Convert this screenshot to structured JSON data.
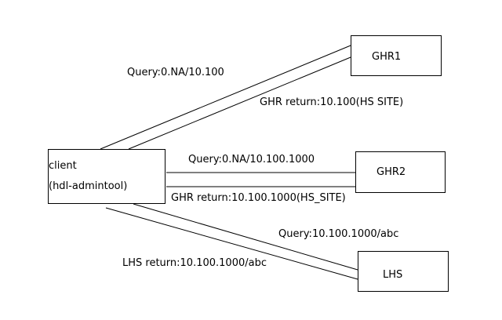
{
  "nodes": {
    "client": {
      "line1": "client",
      "line2": "(hdl-admintool)"
    },
    "ghr1": {
      "label": "GHR1"
    },
    "ghr2": {
      "label": "GHR2"
    },
    "lhs": {
      "label": "LHS"
    }
  },
  "messages": {
    "query_ghr1": "Query:0.NA/10.100",
    "return_ghr1": "GHR return:10.100(HS  SITE)",
    "query_ghr2": "Query:0.NA/10.100.1000",
    "return_ghr2": "GHR return:10.100.1000(HS_SITE)",
    "query_lhs": "Query:10.100.1000/abc",
    "return_lhs": "LHS return:10.100.1000/abc"
  }
}
